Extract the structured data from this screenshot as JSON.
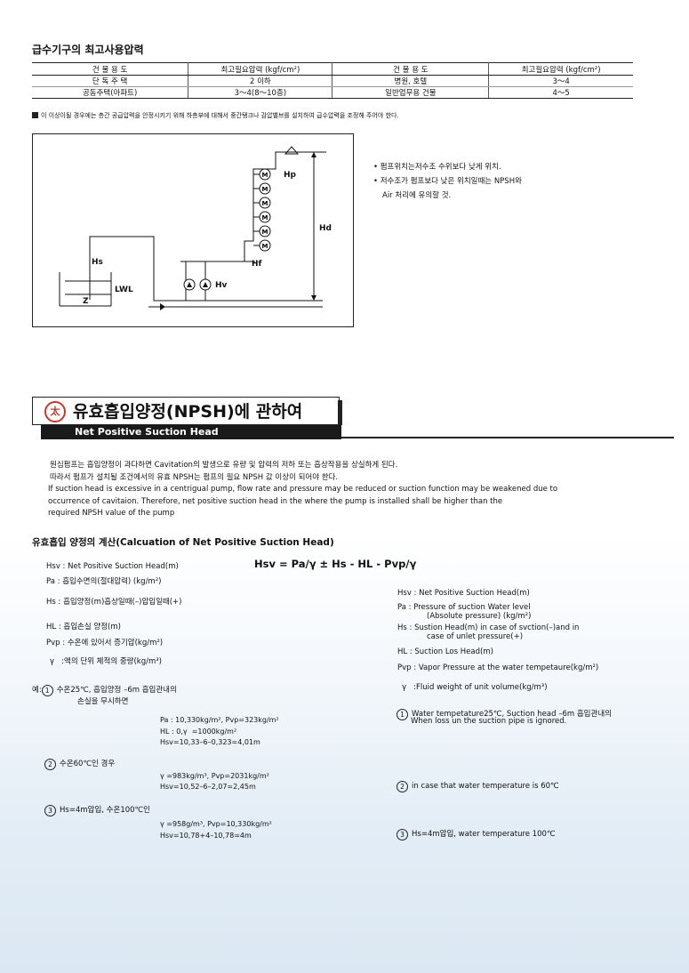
{
  "section1": {
    "title": "급수기구의 최고사용압력",
    "table": {
      "headers": [
        "건 물 용 도",
        "최고필요압력 (kgf/cm²)",
        "건 물 용 도",
        "최고필요압력 (kgf/cm²)"
      ],
      "rows": [
        [
          "단 독 주 택",
          "2 이하",
          "병원, 호텔",
          "3～4"
        ],
        [
          "공동주택(아파트)",
          "3～4(8～10층)",
          "일반업무용 건물",
          "4～5"
        ]
      ]
    },
    "note": "이 이상이될 경우에는 층간 공급압력을 안정시키기 위해 하층부에 대해서 중간탱크나 감압밸브를 설치하여 급수압력을 조정해 주어야 한다."
  },
  "diagram": {
    "labels": {
      "hp": "Hp",
      "hd": "Hd",
      "hf": "Hf",
      "hs": "Hs",
      "hv": "Hv",
      "lwl": "LWL",
      "z": "Z",
      "m": "M"
    },
    "bullets": [
      "• 펌프위치는저수조 수위보다 낮게 위치.",
      "• 저수조가 펌프보다 낮은 위치일때는 NPSH와",
      "Air 처리에 유의할 것."
    ]
  },
  "section2": {
    "banner": "유효흡입양정(NPSH)에 관하여",
    "icon_char": "太",
    "subtitle": "Net Positive Suction Head",
    "intro": [
      "원심펌프는 흡입양정이 과다하면 Cavitation의 발생으로 유량 및 압력의 저하 또는 흡상작용을 상실하게 된다.",
      "따라서 펌프가 설치될 조건에서의 유효 NPSH는 펌프의 필요 NPSH 값 이상이 되어야 한다.",
      "If suction head is excessive in a centrigual pump, flow rate and pressure may be reduced or suction function may be weakened due to",
      "occurrence of cavitaion. Therefore, net positive suction head in the where the pump is installed shall be higher than the",
      "required NPSH value of the pump"
    ]
  },
  "calc": {
    "title": "유효흡입 양정의 계산(Calcuation of Net Positive Suction Head)",
    "formula": "Hsv = Pa/γ ± Hs - HL - Pvp/γ",
    "kr_defs": [
      "Hsv : Net Positive Suction Head(m)",
      "Pa : 흡입수면의(절대압력) (kg/m²)",
      "Hs : 흡입양정(m)흡상일때(–)압입일때(+)",
      "HL : 흡입손실 양정(m)",
      "Pvp : 수온에 있어서 증기압(kg/m²)",
      "γ   :액의 단위 체적의 중량(kg/m³)"
    ],
    "en_defs": [
      "Hsv : Net Positive Suction Head(m)",
      "Pa : Pressure of suction Water level",
      "(Absolute pressure) (kg/m²)",
      "Hs : Sustion Head(m) in case of svction(–)and in",
      "case of unlet pressure(+)",
      "HL : Suction Los Head(m)",
      "Pvp : Vapor Pressure at the water tempetaure(kg/m²)",
      "γ   :Fluid weight of unit volume(kg/m³)"
    ],
    "example_prefix": "예:",
    "examples": [
      {
        "num": "1",
        "kr_line1": "수온25℃, 흡입양정 –6m 흡입관내의",
        "kr_line2": "손실을 무시하면",
        "calc_lines": [
          "Pa : 10,330kg/m², Pvp=323kg/m²",
          "HL : 0,γ  =1000kg/m²",
          "Hsv=10,33–6–0,323=4,01m"
        ],
        "en_line1": "Water tempetature25℃, Suction head –6m 흡입관내의",
        "en_line2": "When loss un the suction pipe is ignored."
      },
      {
        "num": "2",
        "kr_line1": "수온60℃인 경우",
        "calc_lines": [
          "γ =983kg/m³, Pvp=2031kg/m²",
          "Hsv=10,52–6–2,07=2,45m"
        ],
        "en_line1": "in case that water temperature is 60℃"
      },
      {
        "num": "3",
        "kr_line1": "Hs=4m압입, 수온100℃인",
        "calc_lines": [
          "γ =958g/m³, Pvp=10,330kg/m²",
          "Hsv=10,78+4–10,78=4m"
        ],
        "en_line1": "Hs=4m압입, water temperature 100℃"
      }
    ]
  }
}
